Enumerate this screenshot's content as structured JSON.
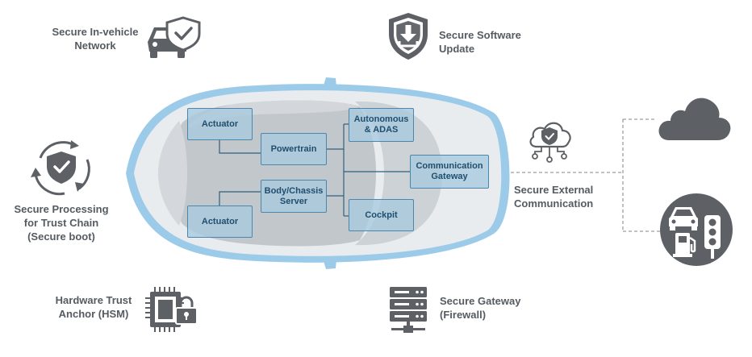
{
  "colors": {
    "icon_gray": "#5d6166",
    "label_text": "#555b61",
    "ecu_fill": "#a8c9de",
    "ecu_border": "#4a87ae",
    "ecu_text": "#1f4e6e",
    "car_outline_blue": "#8fc3e6"
  },
  "features": {
    "in_vehicle_network": "Secure In-vehicle\nNetwork",
    "software_update": "Secure Software\nUpdate",
    "processing": "Secure Processing\nfor Trust Chain\n(Secure boot)",
    "external_comm": "Secure External\nCommunication",
    "hsm": "Hardware Trust\nAnchor (HSM)",
    "gateway": "Secure Gateway\n(Firewall)"
  },
  "ecus": {
    "actuator_top": "Actuator",
    "powertrain": "Powertrain",
    "autonomous": "Autonomous\n& ADAS",
    "comm_gateway": "Communication\nGateway",
    "body_chassis": "Body/Chassis\nServer",
    "actuator_bottom": "Actuator",
    "cockpit": "Cockpit"
  },
  "icons": {
    "in_vehicle_network": "car-with-shield-icon",
    "software_update": "shield-download-icon",
    "processing": "shield-refresh-cycle-icon",
    "external_comm": "cloud-shield-network-icon",
    "hsm": "chip-lock-icon",
    "gateway": "server-rack-icon",
    "cloud": "cloud-icon",
    "infrastructure": "car-fuel-traffic-light-icon"
  }
}
